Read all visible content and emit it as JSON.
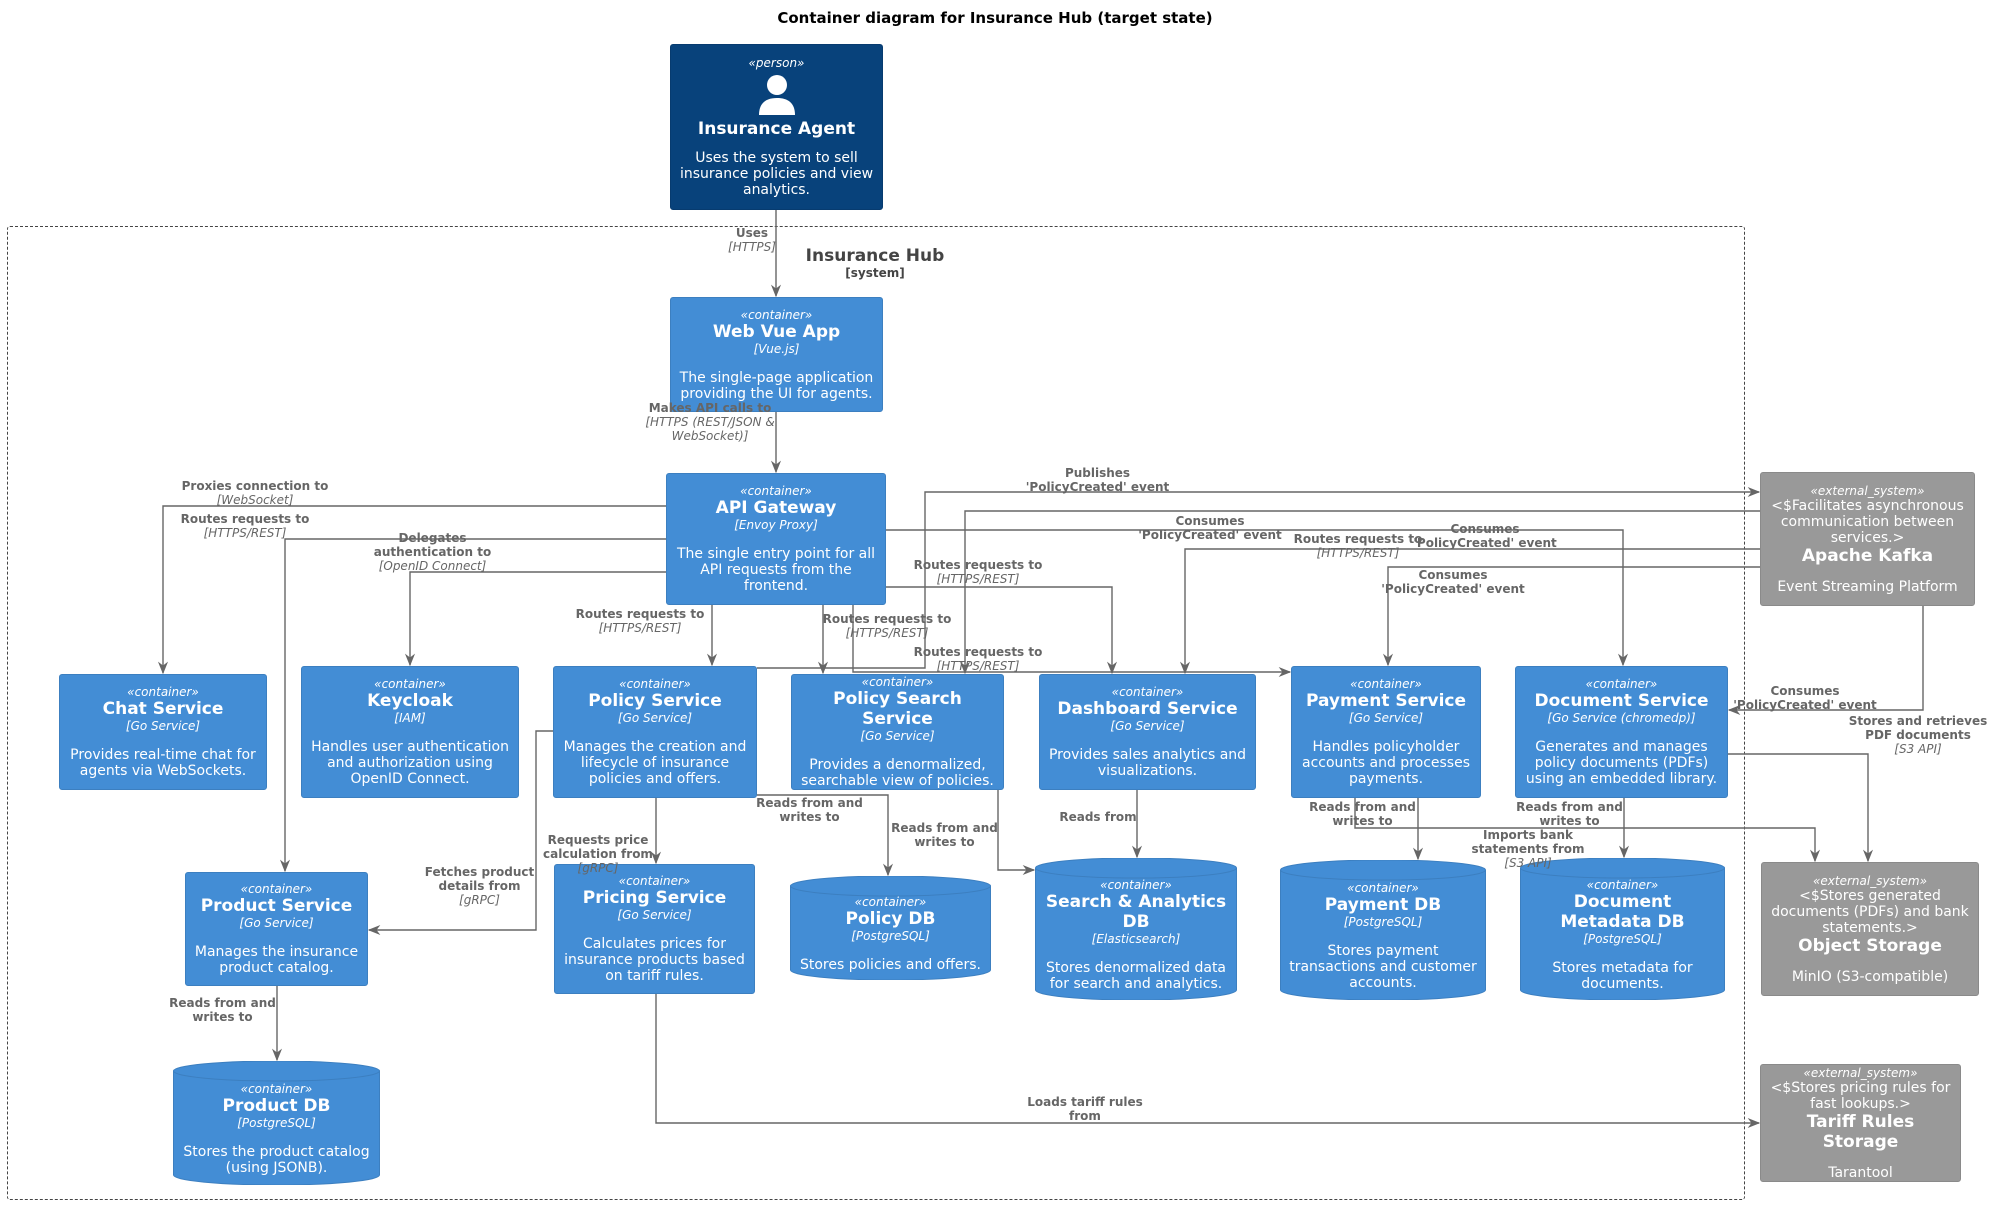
{
  "title": "Container diagram for Insurance Hub (target state)",
  "colors": {
    "person": "#08427b",
    "container": "#438dd5",
    "external_system": "#999999",
    "edge": "#666666",
    "boundary": "#444444"
  },
  "boundary": {
    "name": "Insurance Hub",
    "type": "[system]"
  },
  "person": {
    "stereotype": "«person»",
    "icon": "person-icon",
    "name": "Insurance Agent",
    "description": "Uses the system to sell insurance policies and view analytics."
  },
  "containers": {
    "web": {
      "stereotype": "«container»",
      "name": "Web Vue App",
      "tech": "[Vue.js]",
      "description": "The single-page application providing the UI for agents."
    },
    "gateway": {
      "stereotype": "«container»",
      "name": "API Gateway",
      "tech": "[Envoy Proxy]",
      "description": "The single entry point for all API requests from the frontend."
    },
    "chat": {
      "stereotype": "«container»",
      "name": "Chat Service",
      "tech": "[Go Service]",
      "description": "Provides real-time chat for agents via WebSockets."
    },
    "keycloak": {
      "stereotype": "«container»",
      "name": "Keycloak",
      "tech": "[IAM]",
      "description": "Handles user authentication and authorization using OpenID Connect."
    },
    "policy": {
      "stereotype": "«container»",
      "name": "Policy Service",
      "tech": "[Go Service]",
      "description": "Manages the creation and lifecycle of insurance policies and offers."
    },
    "policy_search": {
      "stereotype": "«container»",
      "name": "Policy Search Service",
      "tech": "[Go Service]",
      "description": "Provides a denormalized, searchable view of policies."
    },
    "dashboard": {
      "stereotype": "«container»",
      "name": "Dashboard Service",
      "tech": "[Go Service]",
      "description": "Provides sales analytics and visualizations."
    },
    "payment": {
      "stereotype": "«container»",
      "name": "Payment Service",
      "tech": "[Go Service]",
      "description": "Handles policyholder accounts and processes payments."
    },
    "document": {
      "stereotype": "«container»",
      "name": "Document Service",
      "tech": "[Go Service (chromedp)]",
      "description": "Generates and manages policy documents (PDFs) using an embedded library."
    },
    "product": {
      "stereotype": "«container»",
      "name": "Product Service",
      "tech": "[Go Service]",
      "description": "Manages the insurance product catalog."
    },
    "pricing": {
      "stereotype": "«container»",
      "name": "Pricing Service",
      "tech": "[Go Service]",
      "description": "Calculates prices for insurance products based on tariff rules."
    }
  },
  "databases": {
    "policy_db": {
      "stereotype": "«container»",
      "name": "Policy DB",
      "tech": "[PostgreSQL]",
      "description": "Stores policies and offers."
    },
    "search_db": {
      "stereotype": "«container»",
      "name": "Search & Analytics DB",
      "tech": "[Elasticsearch]",
      "description": "Stores denormalized data for search and analytics."
    },
    "payment_db": {
      "stereotype": "«container»",
      "name": "Payment DB",
      "tech": "[PostgreSQL]",
      "description": "Stores payment transactions and customer accounts."
    },
    "docmeta_db": {
      "stereotype": "«container»",
      "name": "Document Metadata DB",
      "tech": "[PostgreSQL]",
      "description": "Stores metadata for documents."
    },
    "product_db": {
      "stereotype": "«container»",
      "name": "Product DB",
      "tech": "[PostgreSQL]",
      "description": "Stores the product catalog (using JSONB)."
    }
  },
  "external": {
    "kafka": {
      "stereotype": "«external_system»",
      "note": "<$Facilitates asynchronous communication between services.>",
      "name": "Apache Kafka",
      "description": "Event Streaming Platform"
    },
    "object_storage": {
      "stereotype": "«external_system»",
      "note": "<$Stores generated documents (PDFs) and bank statements.>",
      "name": "Object Storage",
      "description": "MinIO (S3-compatible)"
    },
    "tariff": {
      "stereotype": "«external_system»",
      "note": "<$Stores pricing rules for fast lookups.>",
      "name": "Tariff Rules Storage",
      "description": "Tarantool"
    }
  },
  "relations": {
    "uses": {
      "label": "Uses",
      "tech": "[HTTPS]"
    },
    "api_calls": {
      "label": "Makes API calls to",
      "tech": "[HTTPS (REST/JSON & WebSocket)]"
    },
    "proxies": {
      "label": "Proxies connection to",
      "tech": "[WebSocket]"
    },
    "routes_product": {
      "label": "Routes requests to",
      "tech": "[HTTPS/REST]"
    },
    "delegates": {
      "label": "Delegates authentication to",
      "tech": "[OpenID Connect]"
    },
    "routes_policy": {
      "label": "Routes requests to",
      "tech": "[HTTPS/REST]"
    },
    "routes_search": {
      "label": "Routes requests to",
      "tech": "[HTTPS/REST]"
    },
    "routes_dashboard": {
      "label": "Routes requests to",
      "tech": "[HTTPS/REST]"
    },
    "routes_payment": {
      "label": "Routes requests to",
      "tech": "[HTTPS/REST]"
    },
    "routes_document": {
      "label": "Routes requests to",
      "tech": "[HTTPS/REST]"
    },
    "publishes": {
      "label": "Publishes 'PolicyCreated' event",
      "tech": ""
    },
    "consumes_search": {
      "label": "Consumes 'PolicyCreated' event",
      "tech": ""
    },
    "consumes_dashboard": {
      "label": "Consumes 'PolicyCreated' event",
      "tech": ""
    },
    "consumes_payment": {
      "label": "Consumes 'PolicyCreated' event",
      "tech": ""
    },
    "consumes_document": {
      "label": "Consumes 'PolicyCreated' event",
      "tech": ""
    },
    "fetches_product": {
      "label": "Fetches product details from",
      "tech": "[gRPC]"
    },
    "requests_price": {
      "label": "Requests price calculation from",
      "tech": "[gRPC]"
    },
    "policy_rw": {
      "label": "Reads from and writes to",
      "tech": ""
    },
    "search_rw": {
      "label": "Reads from and writes to",
      "tech": ""
    },
    "dashboard_reads": {
      "label": "Reads from",
      "tech": ""
    },
    "payment_rw": {
      "label": "Reads from and writes to",
      "tech": ""
    },
    "document_rw": {
      "label": "Reads from and writes to",
      "tech": ""
    },
    "imports_bank": {
      "label": "Imports bank statements from",
      "tech": "[S3 API]"
    },
    "stores_pdf": {
      "label": "Stores and retrieves PDF documents",
      "tech": "[S3 API]"
    },
    "product_rw": {
      "label": "Reads from and writes to",
      "tech": ""
    },
    "loads_tariff": {
      "label": "Loads tariff rules from",
      "tech": ""
    }
  }
}
